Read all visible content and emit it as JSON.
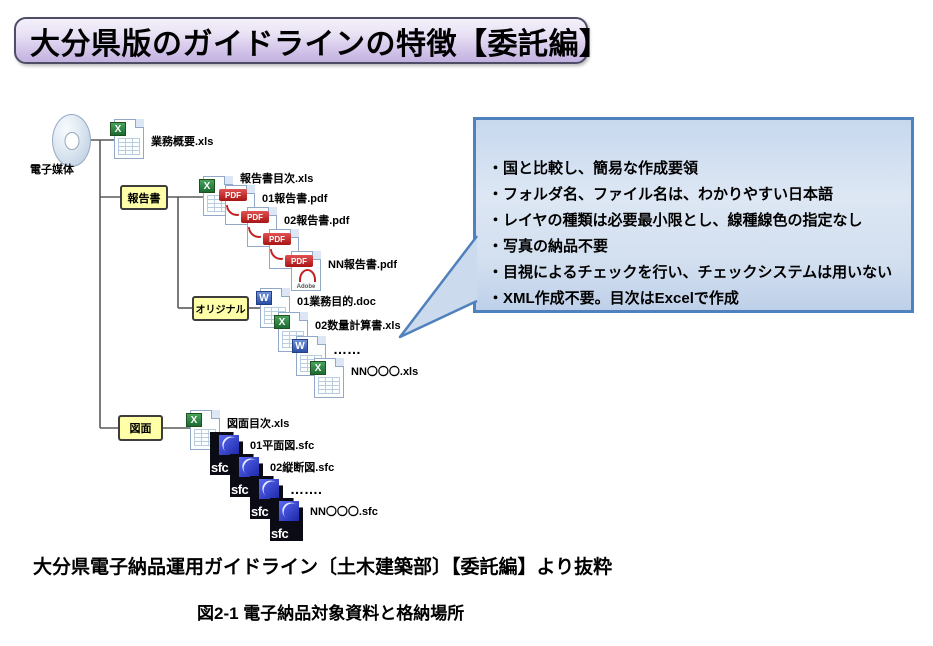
{
  "title": "大分県版のガイドラインの特徴【委託編】",
  "tree": {
    "root_label": "電子媒体",
    "root_file": {
      "label": "業務概要.xls"
    },
    "report_folder": {
      "name": "報告書"
    },
    "report_files": [
      {
        "label": "報告書目次.xls"
      },
      {
        "label": "01報告書.pdf"
      },
      {
        "label": "02報告書.pdf"
      },
      {
        "label": ""
      },
      {
        "label": "NN報告書.pdf"
      }
    ],
    "original_folder": {
      "name": "オリジナル"
    },
    "original_files": [
      {
        "label": "01業務目的.doc"
      },
      {
        "label": "02数量計算書.xls"
      },
      {
        "label": "……"
      },
      {
        "label": "NN〇〇〇.xls"
      }
    ],
    "drawing_folder": {
      "name": "図面"
    },
    "drawing_files": [
      {
        "label": "図面目次.xls"
      },
      {
        "label": "01平面図.sfc"
      },
      {
        "label": "02縦断図.sfc"
      },
      {
        "label": "……."
      },
      {
        "label": "NN〇〇〇.sfc"
      }
    ]
  },
  "callout": {
    "bullets": [
      "・国と比較し、簡易な作成要領",
      "・フォルダ名、ファイル名は、わかりやすい日本語",
      "・レイヤの種類は必要最小限とし、線種線色の指定なし",
      "・写真の納品不要",
      "・目視によるチェックを行い、チェックシステムは用いない",
      "・XML作成不要。目次はExcelで作成"
    ]
  },
  "footer": {
    "source": "大分県電子納品運用ガイドライン〔土木建築部〕【委託編】より抜粋",
    "caption": "図2-1 電子納品対象資料と格納場所"
  },
  "icons": {
    "pdf_text": "PDF",
    "adobe_text": "Adobe",
    "sfc_text": "sfc",
    "excel_mark": "X",
    "word_mark": "W"
  },
  "colors": {
    "callout_border": "#4f81bd",
    "callout_fill": "#d7e3f2",
    "title_fill": "#c9b8e4",
    "folder_fill": "#ffffa8",
    "pdf_red": "#c42222",
    "excel_green": "#2e7d3d",
    "word_blue": "#2a4fa8",
    "sfc_blue": "#2330b0"
  }
}
